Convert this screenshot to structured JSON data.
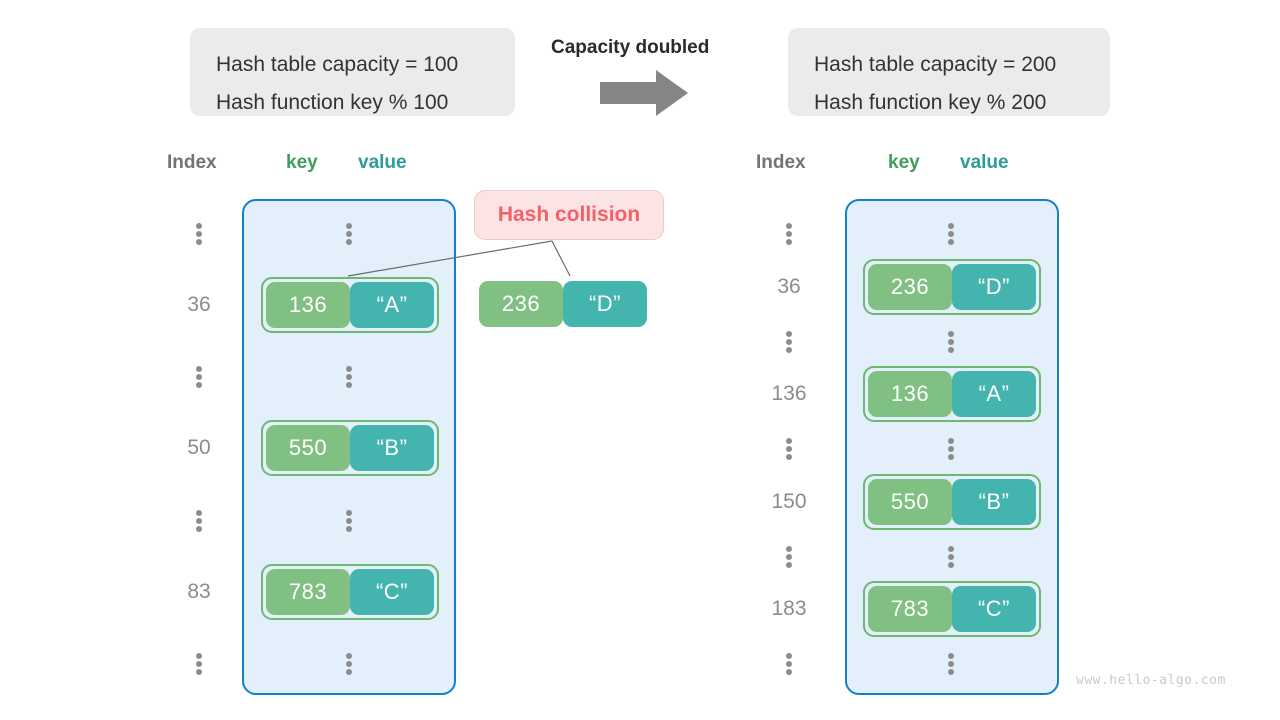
{
  "watermark": "www.hello-algo.com",
  "center": {
    "label": "Capacity doubled",
    "arrow_icon": "right-arrow-icon"
  },
  "collision": {
    "label": "Hash collision",
    "text_color": "#f2606a",
    "bg_color": "#fde4e4"
  },
  "colors": {
    "key_box": "#80c183",
    "value_box": "#43b5ae",
    "panel_bg": "#e3f0fb",
    "panel_border": "#1580c8",
    "index_text": "#8c8c8c",
    "caption_bg": "#ebebeb",
    "pair_border": "#6cb96f"
  },
  "left": {
    "caption": {
      "line1": "Hash table capacity = 100",
      "line2": "Hash function key % 100"
    },
    "headers": {
      "index": "Index",
      "key": "key",
      "value": "value"
    },
    "rows": [
      {
        "index": "⋮",
        "is_dots": true,
        "key": "",
        "value": ""
      },
      {
        "index": "36",
        "is_dots": false,
        "key": "136",
        "value": "“A”"
      },
      {
        "index": "⋮",
        "is_dots": true,
        "key": "",
        "value": ""
      },
      {
        "index": "50",
        "is_dots": false,
        "key": "550",
        "value": "“B”"
      },
      {
        "index": "⋮",
        "is_dots": true,
        "key": "",
        "value": ""
      },
      {
        "index": "83",
        "is_dots": false,
        "key": "783",
        "value": "“C”"
      },
      {
        "index": "⋮",
        "is_dots": true,
        "key": "",
        "value": ""
      }
    ],
    "orphan_pair": {
      "key": "236",
      "value": "“D”"
    }
  },
  "right": {
    "caption": {
      "line1": "Hash table capacity = 200",
      "line2": "Hash function key % 200"
    },
    "headers": {
      "index": "Index",
      "key": "key",
      "value": "value"
    },
    "rows": [
      {
        "index": "⋮",
        "is_dots": true,
        "key": "",
        "value": ""
      },
      {
        "index": "36",
        "is_dots": false,
        "key": "236",
        "value": "“D”"
      },
      {
        "index": "⋮",
        "is_dots": true,
        "key": "",
        "value": ""
      },
      {
        "index": "136",
        "is_dots": false,
        "key": "136",
        "value": "“A”"
      },
      {
        "index": "⋮",
        "is_dots": true,
        "key": "",
        "value": ""
      },
      {
        "index": "150",
        "is_dots": false,
        "key": "550",
        "value": "“B”"
      },
      {
        "index": "⋮",
        "is_dots": true,
        "key": "",
        "value": ""
      },
      {
        "index": "183",
        "is_dots": false,
        "key": "783",
        "value": "“C”"
      },
      {
        "index": "⋮",
        "is_dots": true,
        "key": "",
        "value": ""
      }
    ]
  }
}
